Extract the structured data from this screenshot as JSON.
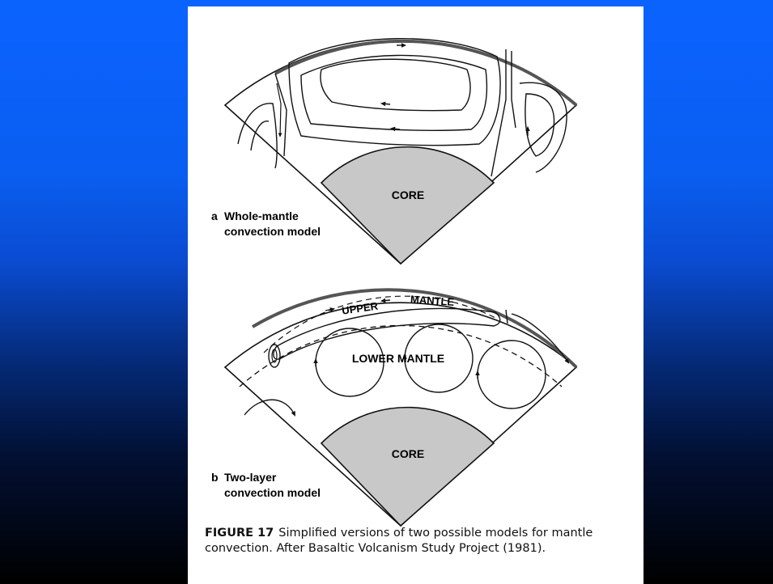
{
  "figure": {
    "panel_a": {
      "core_label": "CORE",
      "letter": "a",
      "title_line1": "Whole-mantle",
      "title_line2": "convection model"
    },
    "panel_b": {
      "upper_label_1": "UPPER",
      "upper_label_2": "MANTLE",
      "lower_label": "LOWER MANTLE",
      "core_label": "CORE",
      "letter": "b",
      "title_line1": "Two-layer",
      "title_line2": "convection model"
    },
    "caption": {
      "number": "FIGURE 17",
      "text": "Simplified versions of two possible models for mantle convection. After Basaltic Volcanism Study Project (1981)."
    }
  },
  "colors": {
    "slide_top": "#0b63ff",
    "slide_bottom": "#000000",
    "core_fill": "#c8c8c8",
    "panel_bg": "#ffffff"
  }
}
